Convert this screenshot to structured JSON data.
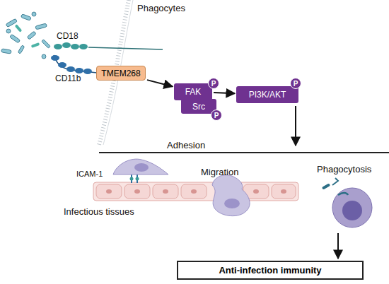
{
  "diagram": {
    "nodes": [
      {
        "text": [
          "TMEM268"
        ]
      },
      {
        "text": [
          "FAK"
        ]
      },
      {
        "text": [
          "P"
        ]
      },
      {
        "text": [
          "Src"
        ]
      },
      {
        "text": [
          "P"
        ]
      },
      {
        "text": [
          "PI3K/AKT"
        ]
      },
      {
        "text": [
          "P"
        ]
      },
      {
        "text": [
          "Anti-infection immunity"
        ]
      }
    ],
    "edges": [
      {
        "from": 0,
        "to": 1,
        "arrow": "to"
      },
      {
        "from": 1,
        "to": 5,
        "arrow": "to"
      }
    ],
    "labels": [
      "Phagocytes",
      "CD18",
      "CD11b",
      "Adhesion",
      "ICAM-1",
      "Migration",
      "Phagocytosis",
      "Infectious tissues"
    ]
  }
}
